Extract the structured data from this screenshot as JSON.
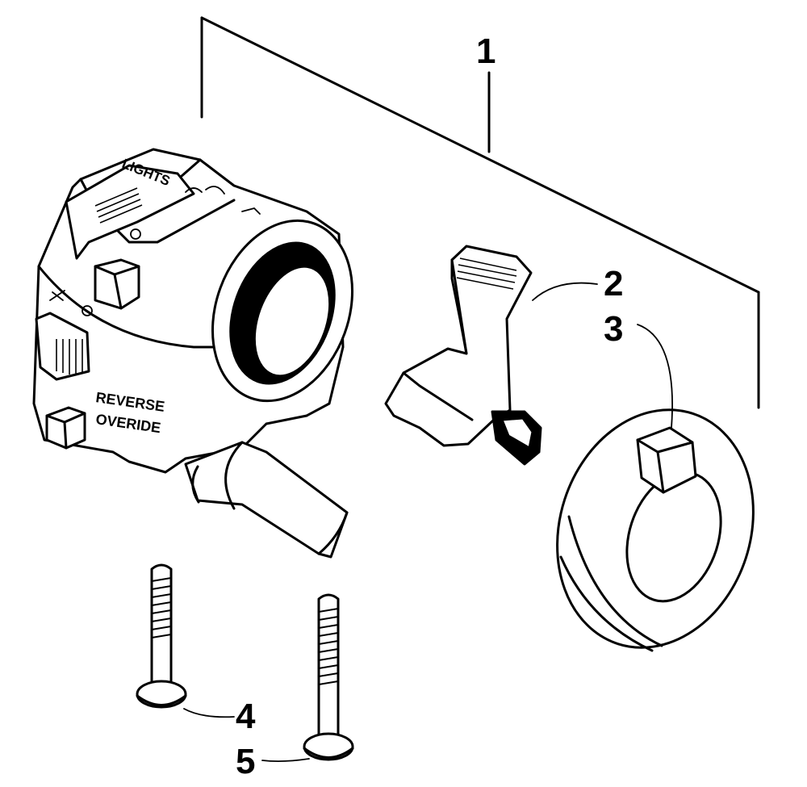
{
  "callouts": [
    {
      "id": "1",
      "text": "1"
    },
    {
      "id": "2",
      "text": "2"
    },
    {
      "id": "3",
      "text": "3"
    },
    {
      "id": "4",
      "text": "4"
    },
    {
      "id": "5",
      "text": "5"
    }
  ],
  "switch_labels": {
    "lights": "LIGHTS",
    "reverse": "REVERSE",
    "override": "OVERIDE"
  },
  "colors": {
    "line": "#000000",
    "background": "#ffffff",
    "part_fill": "#ffffff"
  }
}
